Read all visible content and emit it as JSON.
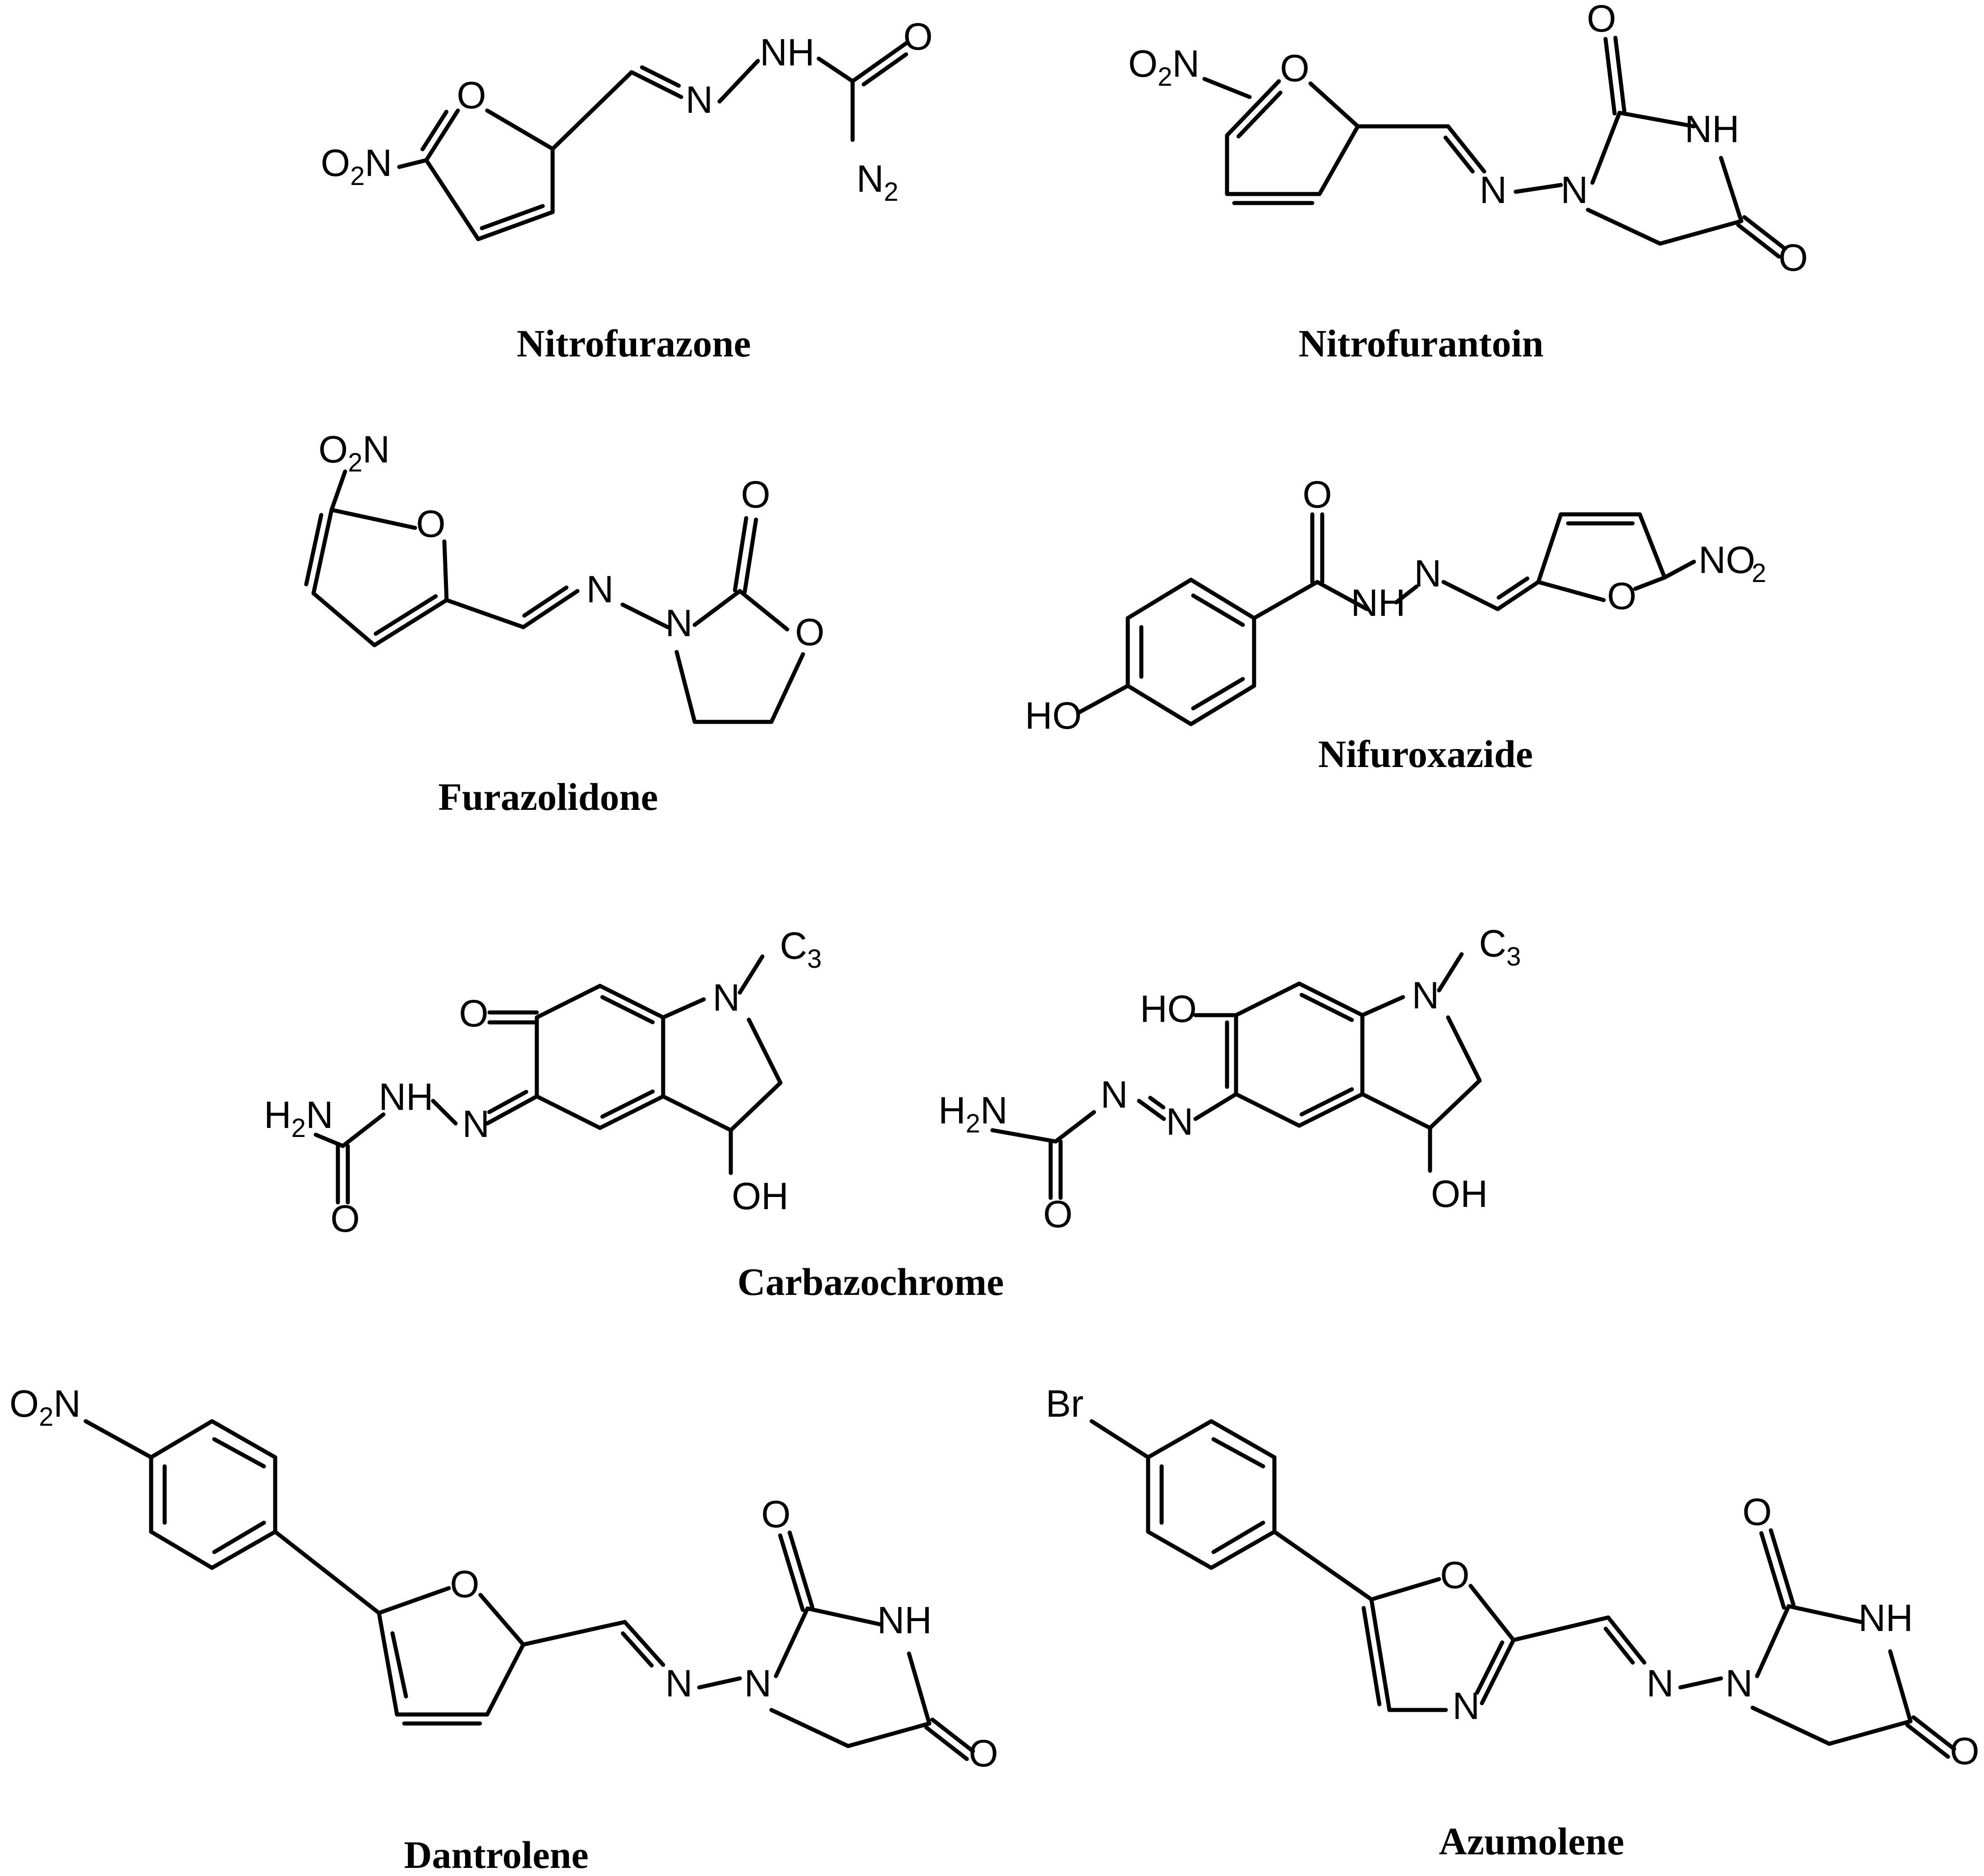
{
  "colors": {
    "ink": "#000000",
    "background": "#ffffff"
  },
  "compounds": [
    {
      "name": "Nitrofurazone"
    },
    {
      "name": "Nitrofurantoin"
    },
    {
      "name": "Furazolidone"
    },
    {
      "name": "Nifuroxazide"
    },
    {
      "name": "Carbazochrome"
    },
    {
      "name": "Dantrolene"
    },
    {
      "name": "Azumolene"
    }
  ],
  "atoms": {
    "O": "O",
    "N": "N",
    "Br": "Br",
    "NH": "NH",
    "HN": "HN",
    "OH": "OH",
    "HO": "HO",
    "H": "H",
    "C": "C",
    "H3_sub": "3",
    "H2_sub": "2",
    "O2_sub": "2"
  }
}
